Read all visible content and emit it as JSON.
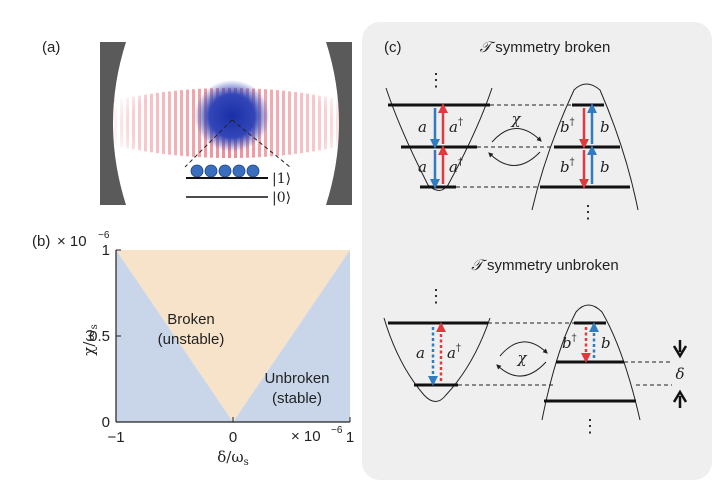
{
  "panel_a": {
    "label": "(a)",
    "ket_one": "|1⟩",
    "ket_zero": "|0⟩"
  },
  "panel_b": {
    "label": "(b)",
    "ylabel": "χ/ω",
    "ylabel_sub": "s",
    "xlabel": "δ/ω",
    "xlabel_sub": "s",
    "y_exp_base": "× 10",
    "y_exp_power": "−6",
    "x_exp_base": "× 10",
    "x_exp_power": "−6",
    "x_ticks": [
      "−1",
      "0",
      "1"
    ],
    "y_ticks": [
      "0",
      "0.5",
      "1"
    ],
    "broken_label_1": "Broken",
    "broken_label_2": "(unstable)",
    "unbroken_label_1": "Unbroken",
    "unbroken_label_2": "(stable)",
    "colors": {
      "broken": "#f7e3c9",
      "unbroken": "#c9d6ea"
    }
  },
  "panel_c": {
    "label": "(c)",
    "top_title_symbol": "𝒯",
    "top_title_text": " symmetry broken",
    "bottom_title_symbol": "𝒯",
    "bottom_title_text": " symmetry unbroken",
    "ops": {
      "a": "a",
      "a_dag": "a",
      "b": "b",
      "b_dag": "b",
      "dagger": "†"
    },
    "coupling": "χ",
    "detuning": "δ",
    "ellipsis": "⋮",
    "colors": {
      "red": "#e03a3e",
      "blue": "#2f7cc1",
      "box": "#efefef"
    }
  },
  "chart_data": {
    "type": "area",
    "title": "",
    "xlabel": "δ/ωs",
    "ylabel": "χ/ωs",
    "xlim": [
      -1,
      1
    ],
    "ylim": [
      0,
      1
    ],
    "x_ticks": [
      -1,
      0,
      1
    ],
    "y_ticks": [
      0,
      0.5,
      1
    ],
    "scale_factor": "×10^-6",
    "boundary": {
      "x": [
        -1,
        0,
        1
      ],
      "y": [
        1,
        0,
        1
      ]
    },
    "regions": [
      {
        "name": "Broken (unstable)",
        "condition": "χ > |δ|"
      },
      {
        "name": "Unbroken (stable)",
        "condition": "χ < |δ|"
      }
    ]
  }
}
